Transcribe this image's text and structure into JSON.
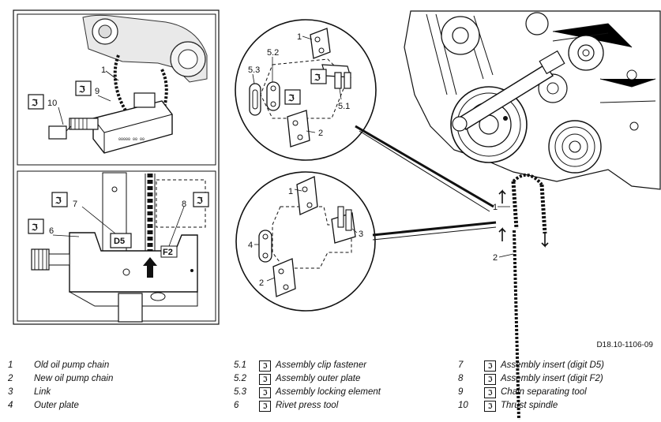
{
  "callouts": {
    "p1": {
      "c1": "1",
      "c9": "9",
      "c10": "10"
    },
    "p2": {
      "c7": "7",
      "c6": "6",
      "c8": "8",
      "d5": "D5",
      "f2": "F2"
    },
    "c1": {
      "c1": "1",
      "c52": "5.2",
      "c53": "5.3",
      "c51": "5.1",
      "c2": "2"
    },
    "c2": {
      "c1": "1",
      "c4": "4",
      "c3": "3",
      "c2": "2"
    },
    "engine": {
      "c1": "1",
      "c2": "2"
    }
  },
  "ref_code": "D18.10-1106-09",
  "tool_symbol": "ℑ",
  "legend": {
    "col1": [
      {
        "num": "1",
        "text": "Old oil pump chain"
      },
      {
        "num": "2",
        "text": "New oil pump chain"
      },
      {
        "num": "3",
        "text": "Link"
      },
      {
        "num": "4",
        "text": "Outer plate"
      }
    ],
    "col2": [
      {
        "num": "5.1",
        "text": "Assembly clip fastener"
      },
      {
        "num": "5.2",
        "text": "Assembly outer plate"
      },
      {
        "num": "5.3",
        "text": "Assembly locking element"
      },
      {
        "num": "6",
        "text": "Rivet press tool"
      }
    ],
    "col3": [
      {
        "num": "7",
        "text": "Assembly insert (digit D5)"
      },
      {
        "num": "8",
        "text": "Assembly insert (digit F2)"
      },
      {
        "num": "9",
        "text": "Chain separating tool"
      },
      {
        "num": "10",
        "text": "Thrust spindle"
      }
    ]
  }
}
